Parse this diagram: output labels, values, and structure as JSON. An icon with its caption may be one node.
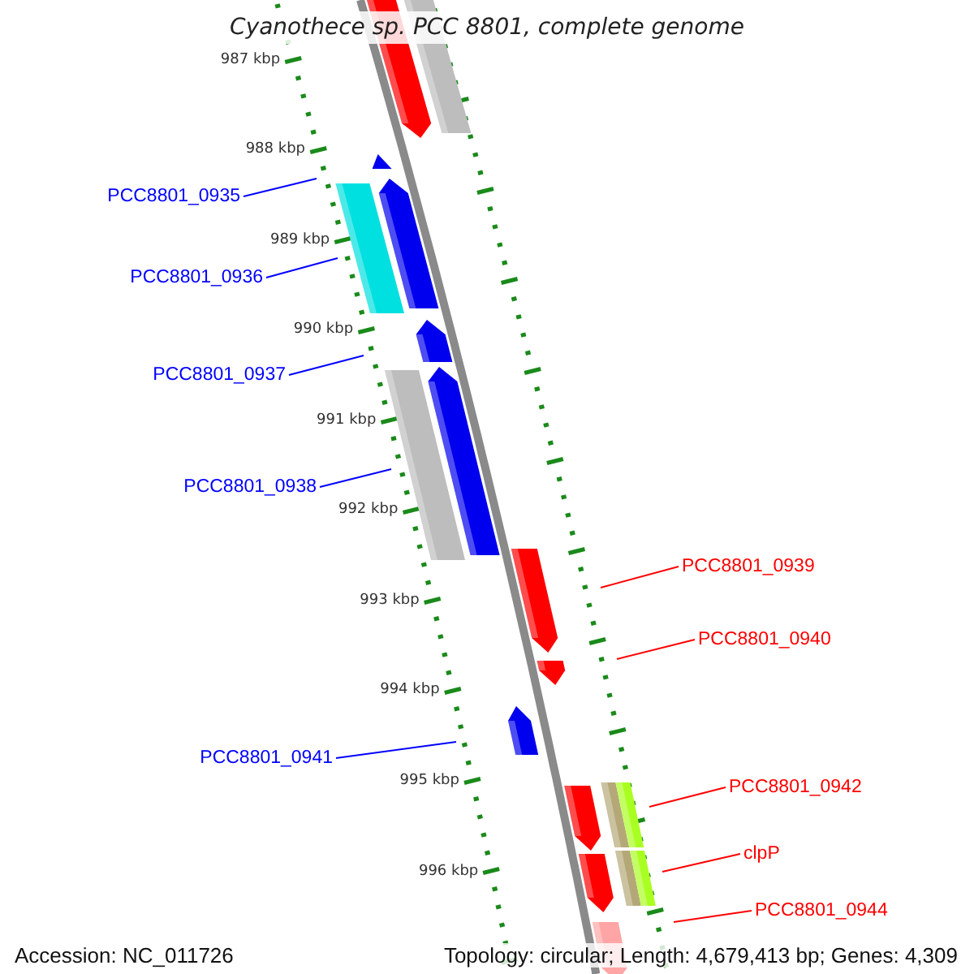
{
  "diagram": {
    "title": "Cyanothece sp. PCC 8801, complete genome",
    "nodes": [
      {
        "text": [
          "PCC8801_0935"
        ]
      },
      {
        "text": [
          "PCC8801_0936"
        ]
      },
      {
        "text": [
          "PCC8801_0937"
        ]
      },
      {
        "text": [
          "PCC8801_0938"
        ]
      },
      {
        "text": [
          "PCC8801_0939"
        ]
      },
      {
        "text": [
          "PCC8801_0940"
        ]
      },
      {
        "text": [
          "PCC8801_0941"
        ]
      },
      {
        "text": [
          "PCC8801_0942"
        ]
      },
      {
        "text": [
          "clpP"
        ]
      },
      {
        "text": [
          "PCC8801_0944"
        ]
      }
    ],
    "edges": [
      {
        "from": 0,
        "to": null,
        "arrow": "none",
        "color": "#0000ff"
      },
      {
        "from": 1,
        "to": null,
        "arrow": "none",
        "color": "#0000ff"
      },
      {
        "from": 2,
        "to": null,
        "arrow": "none",
        "color": "#0000ff"
      },
      {
        "from": 3,
        "to": null,
        "arrow": "none",
        "color": "#0000ff"
      },
      {
        "from": 4,
        "to": null,
        "arrow": "none",
        "color": "#ff0000"
      },
      {
        "from": 5,
        "to": null,
        "arrow": "none",
        "color": "#ff0000"
      },
      {
        "from": 6,
        "to": null,
        "arrow": "none",
        "color": "#0000ff"
      },
      {
        "from": 7,
        "to": null,
        "arrow": "none",
        "color": "#ff0000"
      },
      {
        "from": 8,
        "to": null,
        "arrow": "none",
        "color": "#ff0000"
      },
      {
        "from": 9,
        "to": null,
        "arrow": "none",
        "color": "#ff0000"
      }
    ],
    "labels": [
      "987 kbp",
      "988 kbp",
      "989 kbp",
      "990 kbp",
      "991 kbp",
      "992 kbp",
      "993 kbp",
      "994 kbp",
      "995 kbp",
      "996 kbp",
      "Accession: NC_011726",
      "Topology: circular; Length: 4,679,413 bp; Genes: 4,309"
    ]
  }
}
